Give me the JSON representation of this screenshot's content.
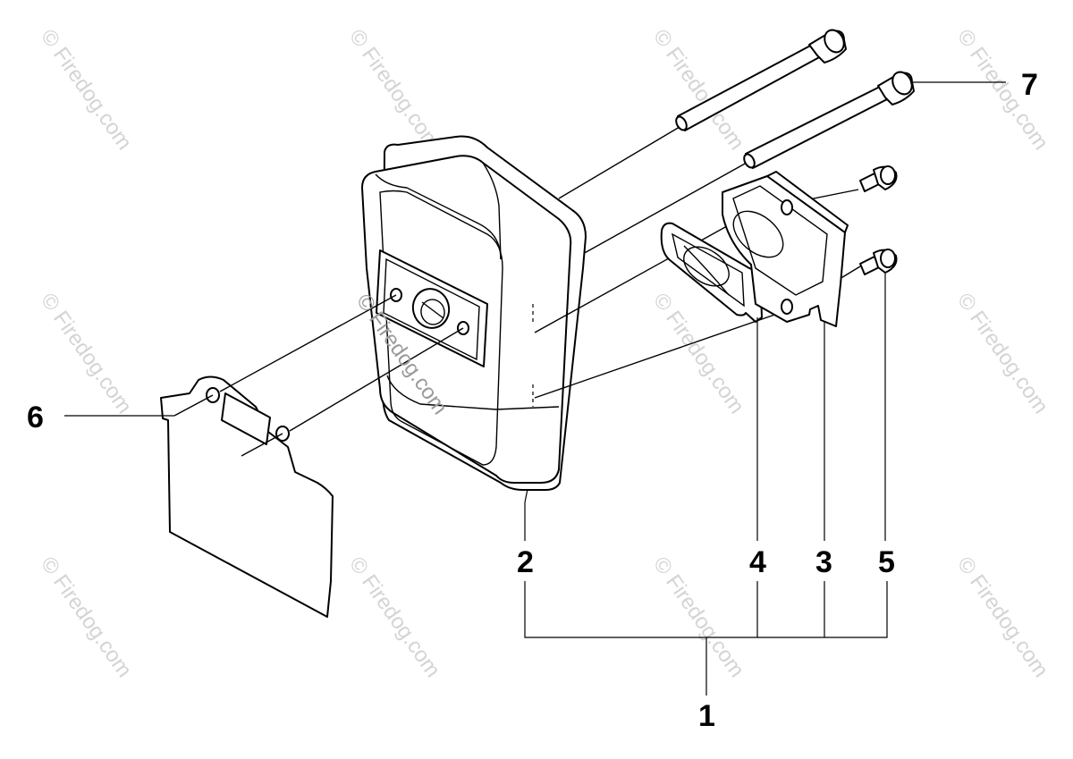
{
  "diagram": {
    "callouts": {
      "c1": "1",
      "c2": "2",
      "c3": "3",
      "c4": "4",
      "c5": "5",
      "c6": "6",
      "c7": "7"
    },
    "watermark": {
      "text": "© Firedog.com"
    },
    "colors": {
      "ink": "#000000",
      "watermark": "#d4d4d4",
      "watermark_dark": "#9a9a9a"
    }
  }
}
